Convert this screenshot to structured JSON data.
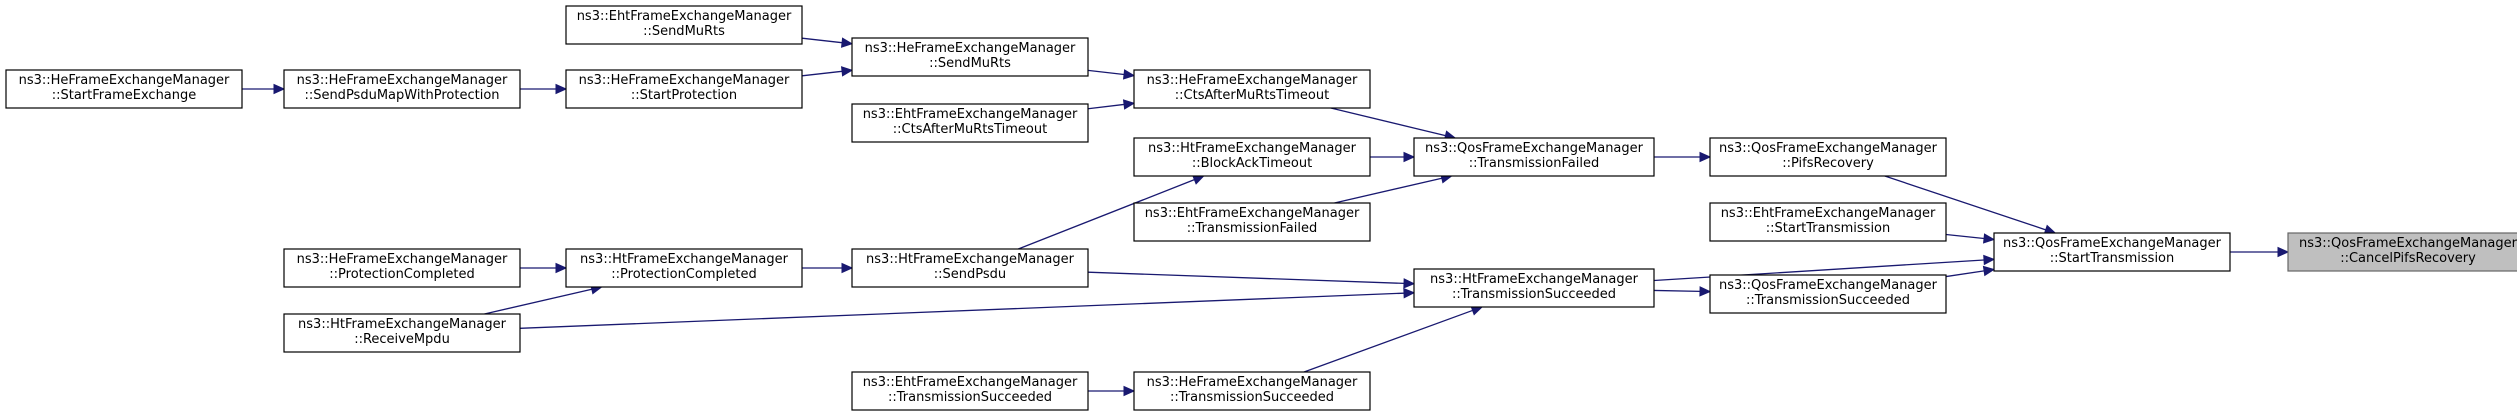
{
  "nodes": [
    {
      "id": "cancel",
      "line1": "ns3::QosFrameExchangeManager",
      "line2": "::CancelPifsRecovery",
      "root": true
    },
    {
      "id": "qosStartTx",
      "line1": "ns3::QosFrameExchangeManager",
      "line2": "::StartTransmission"
    },
    {
      "id": "qosPifs",
      "line1": "ns3::QosFrameExchangeManager",
      "line2": "::PifsRecovery"
    },
    {
      "id": "ehtStartTx",
      "line1": "ns3::EhtFrameExchangeManager",
      "line2": "::StartTransmission"
    },
    {
      "id": "qosTxSucc",
      "line1": "ns3::QosFrameExchangeManager",
      "line2": "::TransmissionSucceeded"
    },
    {
      "id": "qosTxFailed",
      "line1": "ns3::QosFrameExchangeManager",
      "line2": "::TransmissionFailed"
    },
    {
      "id": "htTxSucc",
      "line1": "ns3::HtFrameExchangeManager",
      "line2": "::TransmissionSucceeded"
    },
    {
      "id": "heCtsTimeout",
      "line1": "ns3::HeFrameExchangeManager",
      "line2": "::CtsAfterMuRtsTimeout"
    },
    {
      "id": "htBlockAck",
      "line1": "ns3::HtFrameExchangeManager",
      "line2": "::BlockAckTimeout"
    },
    {
      "id": "ehtTxFailed",
      "line1": "ns3::EhtFrameExchangeManager",
      "line2": "::TransmissionFailed"
    },
    {
      "id": "heTxSucc",
      "line1": "ns3::HeFrameExchangeManager",
      "line2": "::TransmissionSucceeded"
    },
    {
      "id": "heSendMuRts",
      "line1": "ns3::HeFrameExchangeManager",
      "line2": "::SendMuRts"
    },
    {
      "id": "ehtCtsTimeout",
      "line1": "ns3::EhtFrameExchangeManager",
      "line2": "::CtsAfterMuRtsTimeout"
    },
    {
      "id": "htSendPsdu",
      "line1": "ns3::HtFrameExchangeManager",
      "line2": "::SendPsdu"
    },
    {
      "id": "ehtTxSucc",
      "line1": "ns3::EhtFrameExchangeManager",
      "line2": "::TransmissionSucceeded"
    },
    {
      "id": "ehtSendMuRts",
      "line1": "ns3::EhtFrameExchangeManager",
      "line2": "::SendMuRts"
    },
    {
      "id": "heStartProt",
      "line1": "ns3::HeFrameExchangeManager",
      "line2": "::StartProtection"
    },
    {
      "id": "htProtCompl",
      "line1": "ns3::HtFrameExchangeManager",
      "line2": "::ProtectionCompleted"
    },
    {
      "id": "heSendPsduMap",
      "line1": "ns3::HeFrameExchangeManager",
      "line2": "::SendPsduMapWithProtection"
    },
    {
      "id": "heProtCompl",
      "line1": "ns3::HeFrameExchangeManager",
      "line2": "::ProtectionCompleted"
    },
    {
      "id": "htRecvMpdu",
      "line1": "ns3::HtFrameExchangeManager",
      "line2": "::ReceiveMpdu"
    },
    {
      "id": "heStartFrameEx",
      "line1": "ns3::HeFrameExchangeManager",
      "line2": "::StartFrameExchange"
    }
  ],
  "edges": [
    {
      "from": "qosStartTx",
      "to": "cancel"
    },
    {
      "from": "qosPifs",
      "to": "qosStartTx"
    },
    {
      "from": "ehtStartTx",
      "to": "qosStartTx"
    },
    {
      "from": "qosTxSucc",
      "to": "qosStartTx"
    },
    {
      "from": "htTxSucc",
      "to": "qosStartTx"
    },
    {
      "from": "qosTxFailed",
      "to": "qosPifs"
    },
    {
      "from": "htTxSucc",
      "to": "qosTxSucc"
    },
    {
      "from": "heCtsTimeout",
      "to": "qosTxFailed"
    },
    {
      "from": "htBlockAck",
      "to": "qosTxFailed"
    },
    {
      "from": "ehtTxFailed",
      "to": "qosTxFailed"
    },
    {
      "from": "htSendPsdu",
      "to": "htTxSucc"
    },
    {
      "from": "htRecvMpdu",
      "to": "htTxSucc"
    },
    {
      "from": "heTxSucc",
      "to": "htTxSucc"
    },
    {
      "from": "heSendMuRts",
      "to": "heCtsTimeout"
    },
    {
      "from": "ehtCtsTimeout",
      "to": "heCtsTimeout"
    },
    {
      "from": "htSendPsdu",
      "to": "htBlockAck"
    },
    {
      "from": "ehtTxSucc",
      "to": "heTxSucc"
    },
    {
      "from": "ehtSendMuRts",
      "to": "heSendMuRts"
    },
    {
      "from": "heStartProt",
      "to": "heSendMuRts"
    },
    {
      "from": "htProtCompl",
      "to": "htSendPsdu"
    },
    {
      "from": "heSendPsduMap",
      "to": "heStartProt"
    },
    {
      "from": "heProtCompl",
      "to": "htProtCompl"
    },
    {
      "from": "htRecvMpdu",
      "to": "htProtCompl"
    },
    {
      "from": "heStartFrameEx",
      "to": "heSendPsduMap"
    }
  ]
}
